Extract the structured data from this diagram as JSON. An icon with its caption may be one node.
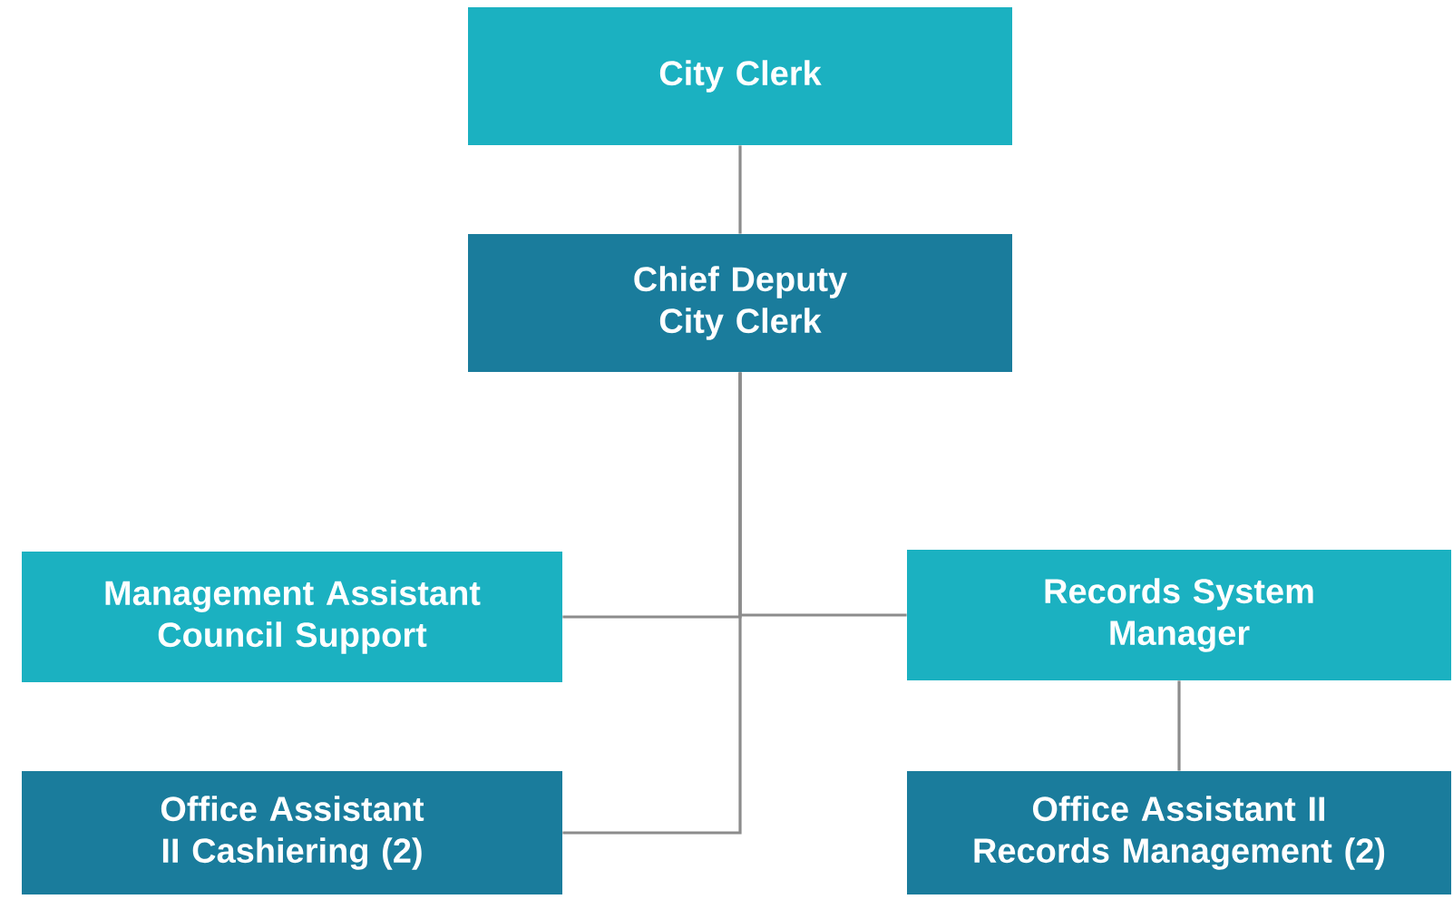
{
  "diagram": {
    "nodes": [
      {
        "text": [
          "City Clerk"
        ]
      },
      {
        "text": [
          "Chief Deputy City Clerk"
        ]
      },
      {
        "text": [
          "Management Assistant Council Support"
        ]
      },
      {
        "text": [
          "Records System Manager"
        ]
      },
      {
        "text": [
          "Office Assistant II Cashiering (2)"
        ]
      },
      {
        "text": [
          "Office Assistant II Records Management (2)"
        ]
      }
    ],
    "edges": [
      {
        "from": 0,
        "to": 1,
        "arrow": "none"
      },
      {
        "from": 1,
        "to": 2,
        "arrow": "none"
      },
      {
        "from": 1,
        "to": 3,
        "arrow": "none"
      },
      {
        "from": 1,
        "to": 4,
        "arrow": "none"
      },
      {
        "from": 3,
        "to": 5,
        "arrow": "none"
      }
    ]
  }
}
